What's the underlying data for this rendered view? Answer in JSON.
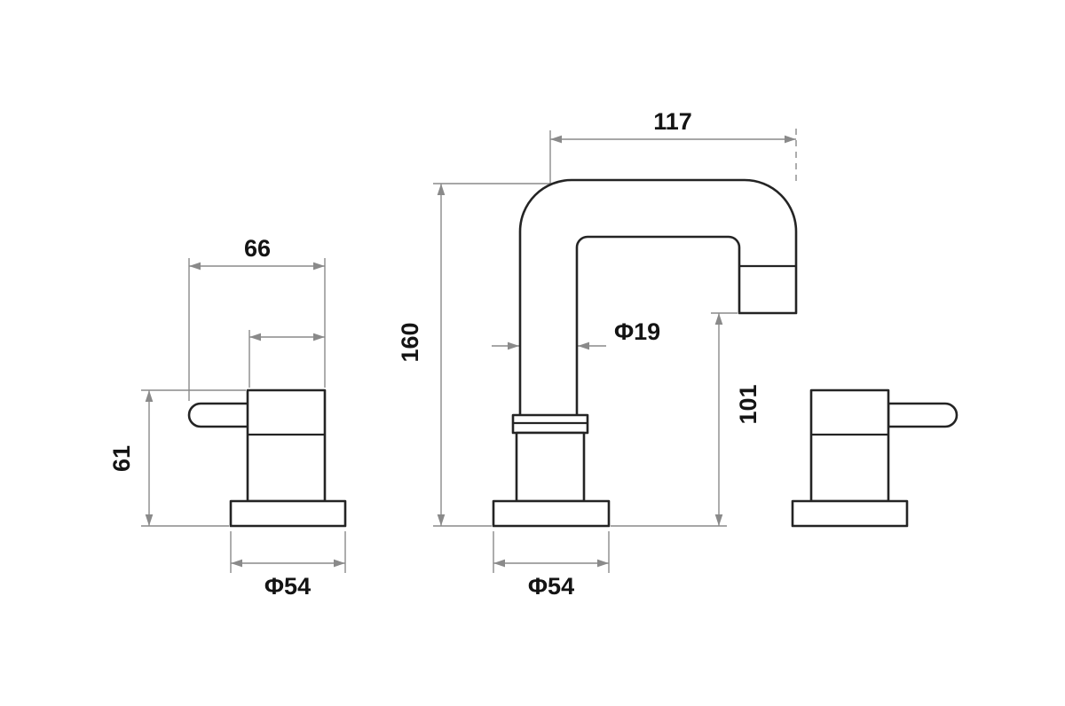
{
  "canvas": {
    "background": "#ffffff",
    "outline_color": "#242424",
    "dimension_color": "#8a8a8a",
    "text_color": "#141414"
  },
  "drawing": {
    "type": "technical-dimension-drawing",
    "dimensions": {
      "spout_reach": "117",
      "handle_width": "66",
      "spout_height": "160",
      "spout_diameter": "Φ19",
      "outlet_height": "101",
      "handle_height": "61",
      "handle_base_diameter": "Φ54",
      "spout_base_diameter": "Φ54"
    }
  }
}
